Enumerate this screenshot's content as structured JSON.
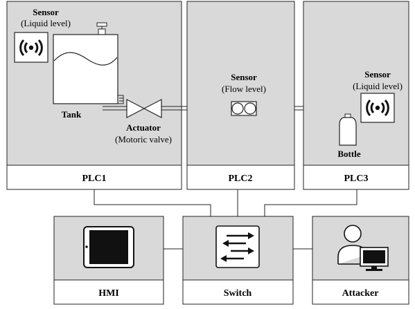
{
  "plc1": {
    "label": "PLC1",
    "sensor": {
      "title": "Sensor",
      "subtitle": "(Liquid level)"
    },
    "tank": {
      "label": "Tank"
    },
    "actuator": {
      "title": "Actuator",
      "subtitle": "(Motoric valve)"
    }
  },
  "plc2": {
    "label": "PLC2",
    "sensor": {
      "title": "Sensor",
      "subtitle": "(Flow level)"
    }
  },
  "plc3": {
    "label": "PLC3",
    "sensor": {
      "title": "Sensor",
      "subtitle": "(Liquid level)"
    },
    "bottle": {
      "label": "Bottle"
    }
  },
  "network": {
    "hmi": {
      "label": "HMI",
      "icon": "tablet-icon"
    },
    "switch": {
      "label": "Switch",
      "icon": "switch-arrows-icon"
    },
    "attacker": {
      "label": "Attacker",
      "icon": "user-computer-icon"
    }
  },
  "colors": {
    "panel": "#d9d9d9",
    "stroke": "#222222",
    "background": "#ffffff"
  }
}
